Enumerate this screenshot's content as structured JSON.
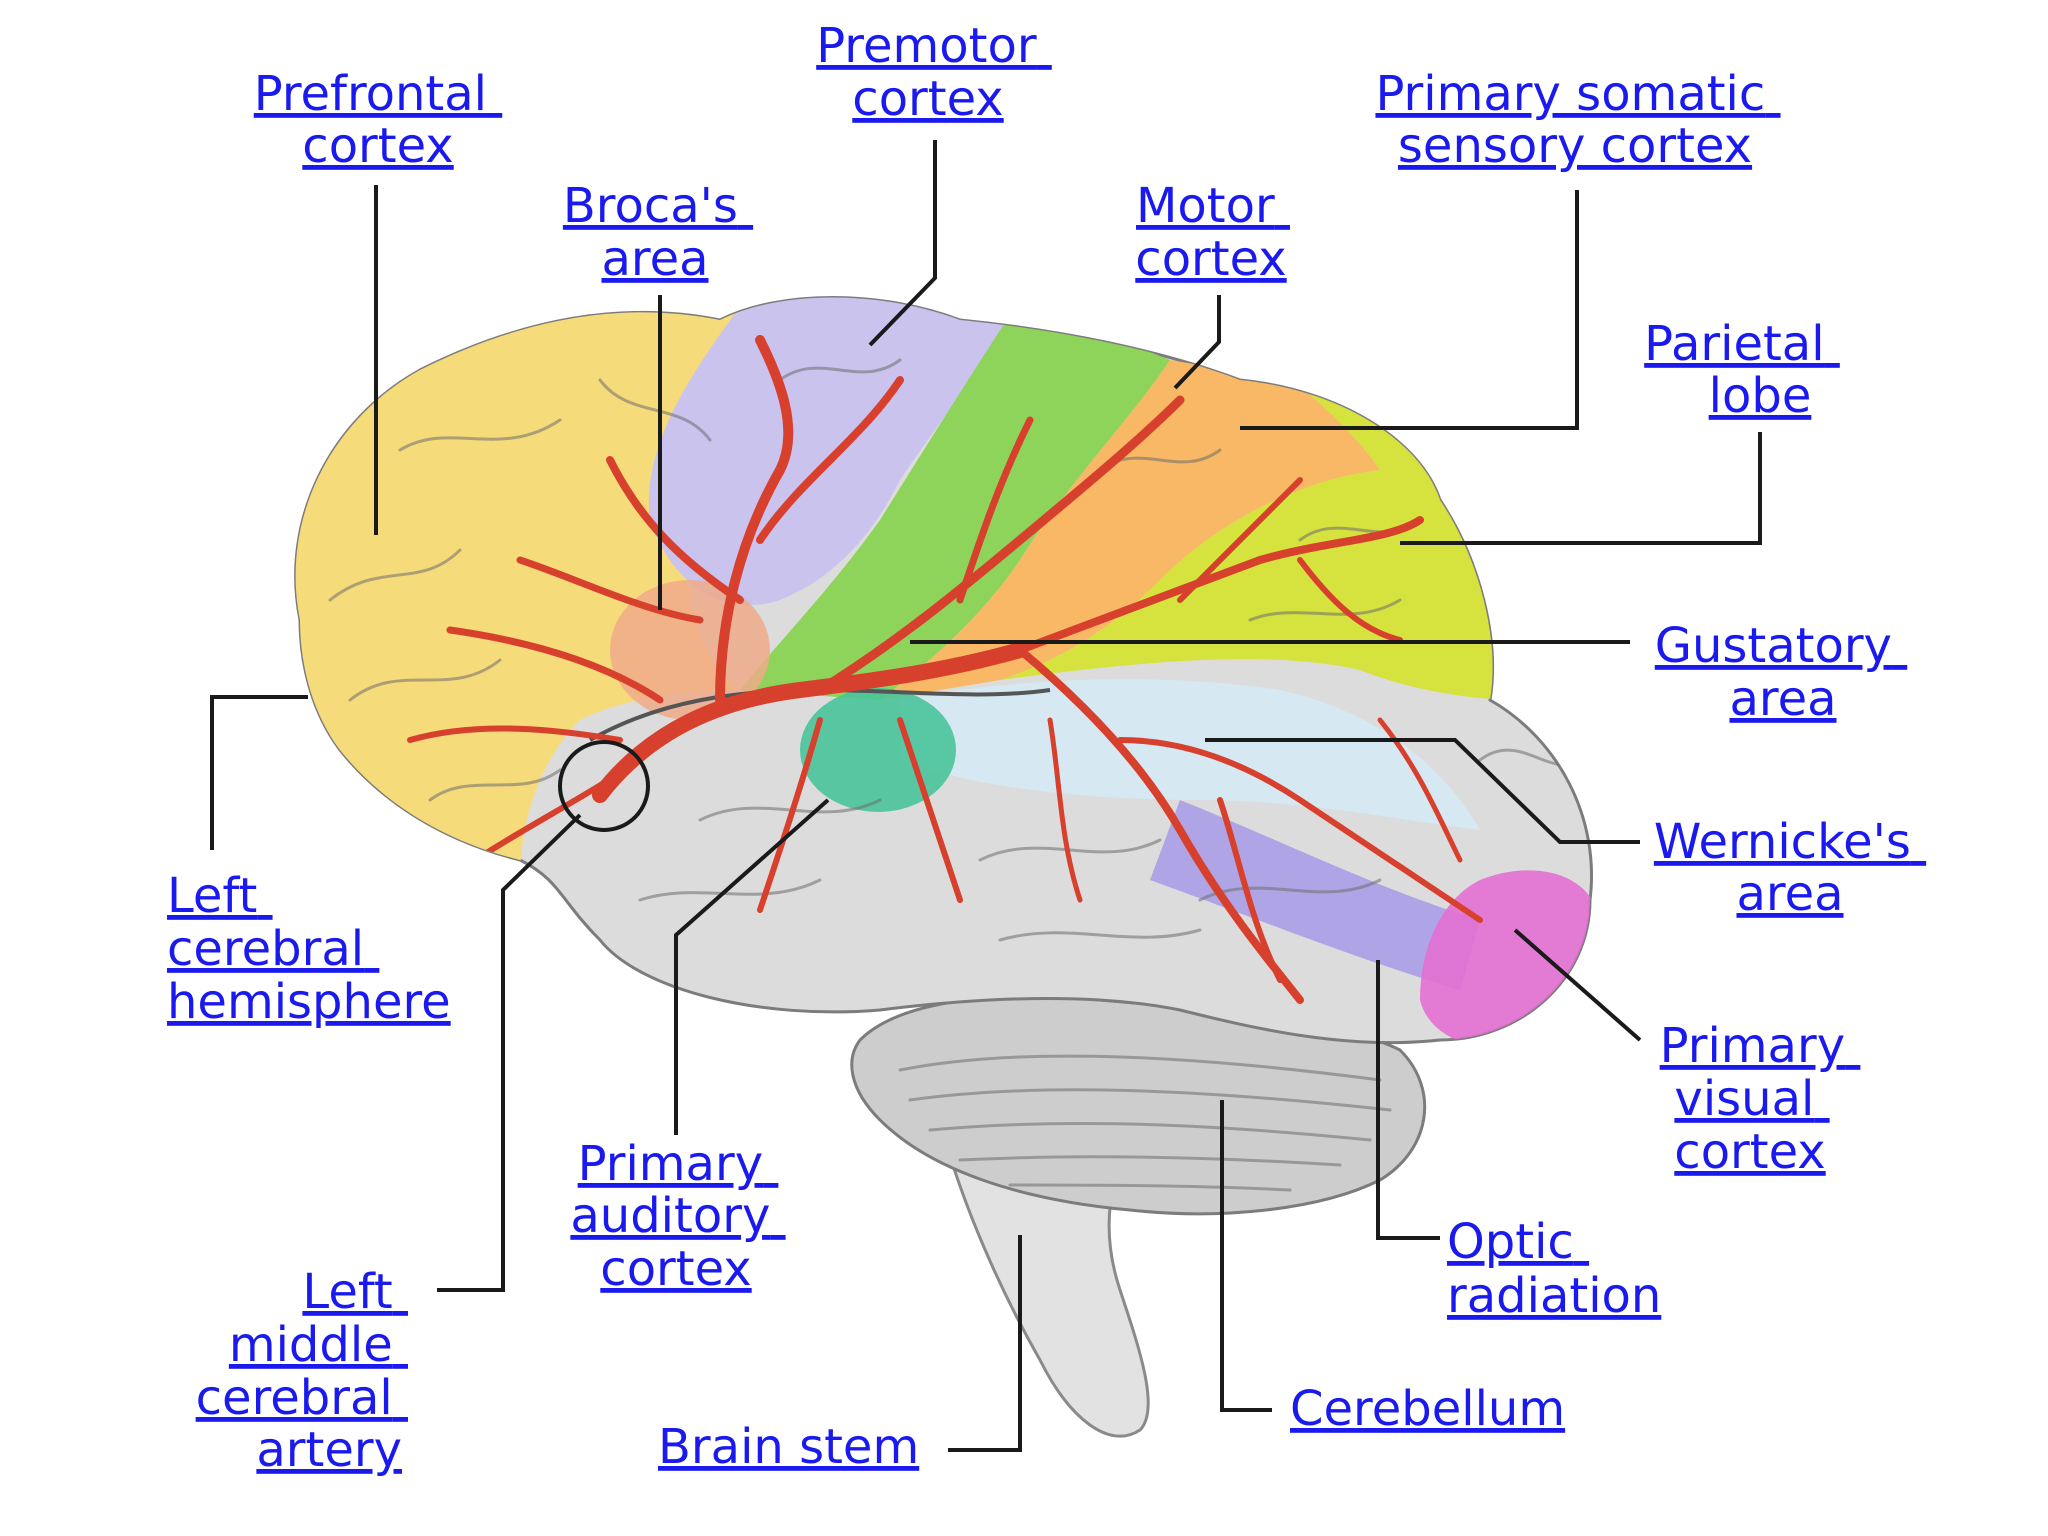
{
  "labels": {
    "prefrontal_cortex": [
      "Prefrontal",
      "cortex"
    ],
    "premotor_cortex": [
      "Premotor",
      "cortex"
    ],
    "primary_somatic_sensory_cortex": [
      "Primary somatic",
      "sensory cortex"
    ],
    "brocas_area": [
      "Broca's",
      "area"
    ],
    "motor_cortex": [
      "Motor",
      "cortex"
    ],
    "parietal_lobe": [
      "Parietal",
      "lobe"
    ],
    "gustatory_area": [
      "Gustatory",
      "area"
    ],
    "wernickes_area": [
      "Wernicke's",
      "area"
    ],
    "left_cerebral_hemisphere": [
      "Left",
      "cerebral",
      "hemisphere"
    ],
    "primary_visual_cortex": [
      "Primary",
      "visual",
      "cortex"
    ],
    "primary_auditory_cortex": [
      "Primary",
      "auditory",
      "cortex"
    ],
    "optic_radiation": [
      "Optic",
      "radiation"
    ],
    "left_middle_cerebral_artery": [
      "Left",
      "middle",
      "cerebral",
      "artery"
    ],
    "cerebellum": [
      "Cerebellum"
    ],
    "brain_stem": [
      "Brain stem"
    ]
  },
  "colors": {
    "label_link": "#1a1aee",
    "leader_line": "#1a1a1a",
    "frontal_lobe": "#f6db7a",
    "premotor_cortex": "#c9c3ee",
    "motor_cortex": "#8fd45a",
    "somatic_sensory_cortex": "#f8b865",
    "parietal_lobe": "#d6e23e",
    "temporal_lobe": "#dcdcdc",
    "wernickes_area": "#d6e8f2",
    "primary_auditory_cortex": "#49c49a",
    "brocas_area": "#eeaa88",
    "optic_radiation": "#aa9de6",
    "primary_visual_cortex": "#e36fd2",
    "cerebellum": "#cdcdcd",
    "brain_stem": "#e2e2e2",
    "middle_cerebral_artery": "#d8402e"
  }
}
